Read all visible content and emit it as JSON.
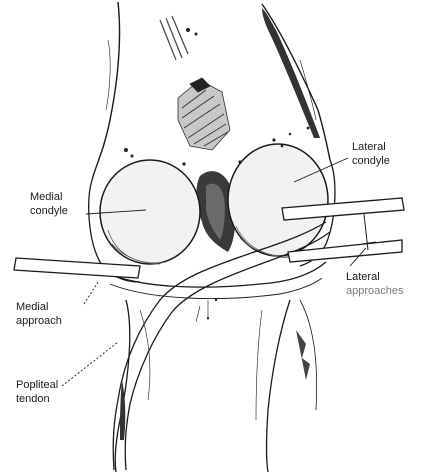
{
  "labels": {
    "lateral_condyle": [
      "Lateral",
      "condyle"
    ],
    "medial_condyle": [
      "Medial",
      "condyle"
    ],
    "lateral_approaches": [
      "Lateral",
      "approaches"
    ],
    "medial_approach": [
      "Medial",
      "approach"
    ],
    "popliteal_tendon": [
      "Popliteal",
      "tendon"
    ]
  },
  "colors": {
    "ink": "#1a1a1a",
    "shade": "#555555",
    "dark": "#2a2a2a",
    "approaches_text": "#7a7a7a"
  }
}
